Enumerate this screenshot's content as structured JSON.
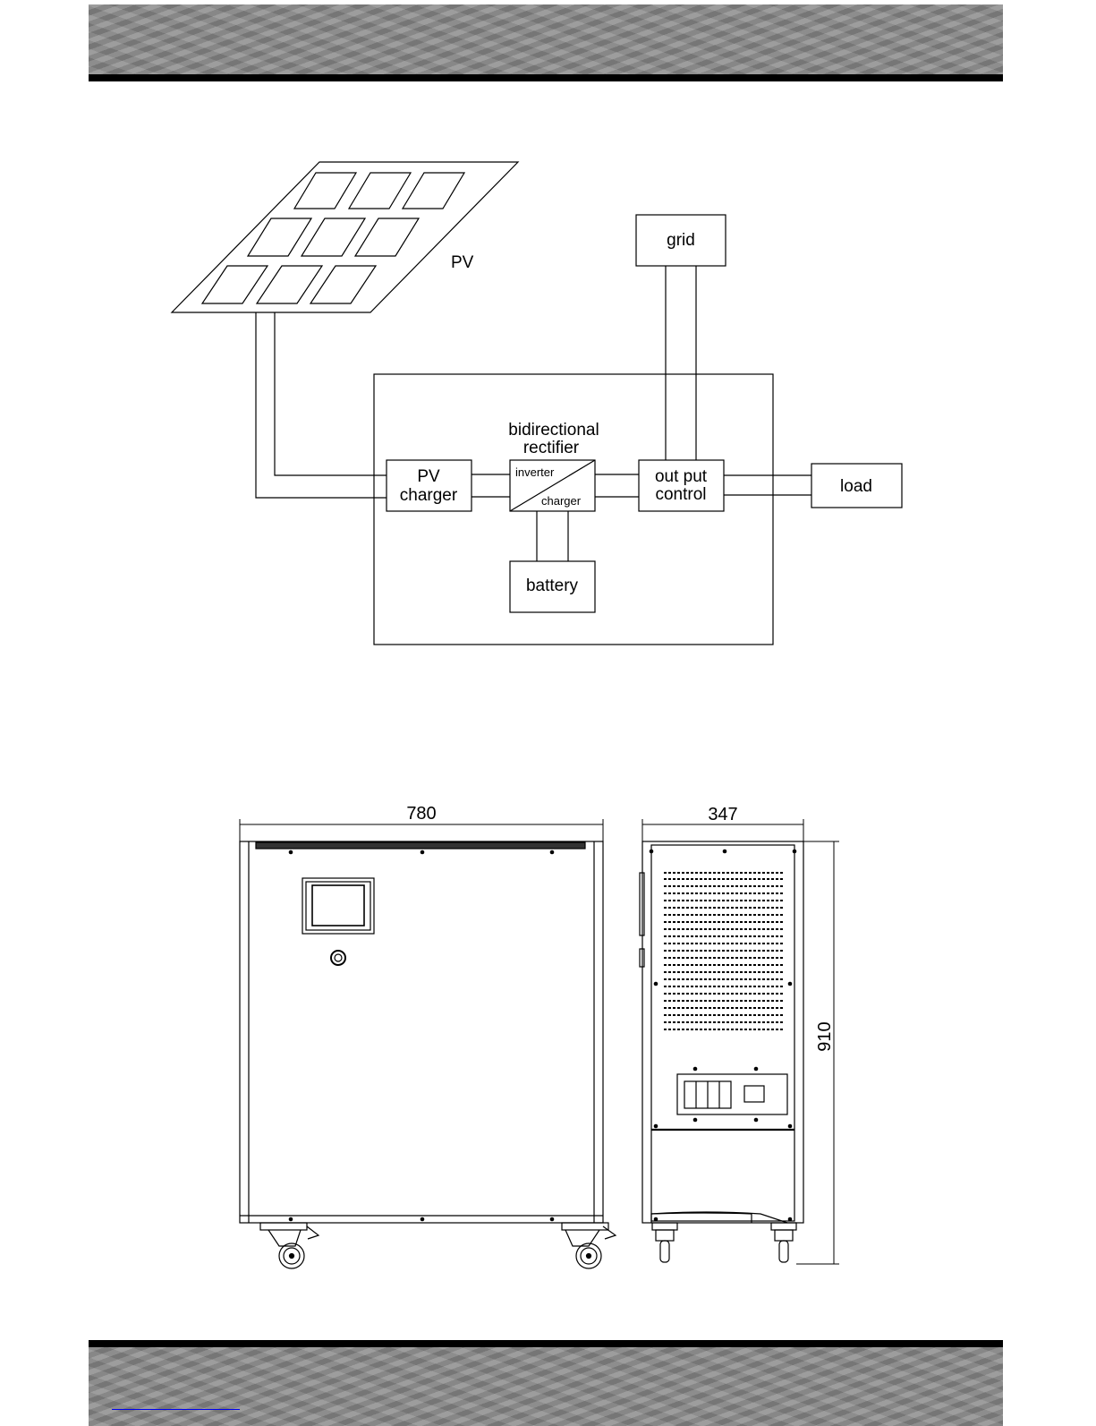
{
  "block_diagram": {
    "pv_label": "PV",
    "grid_label": "grid",
    "load_label": "load",
    "battery_label": "battery",
    "pv_charger_line1": "PV",
    "pv_charger_line2": "charger",
    "rectifier_title_line1": "bidirectional",
    "rectifier_title_line2": "rectifier",
    "rectifier_upper": "inverter",
    "rectifier_lower": "charger",
    "output_control_line1": "out put",
    "output_control_line2": "control"
  },
  "dimensions": {
    "front_width": "780",
    "side_depth": "347",
    "height": "910"
  }
}
